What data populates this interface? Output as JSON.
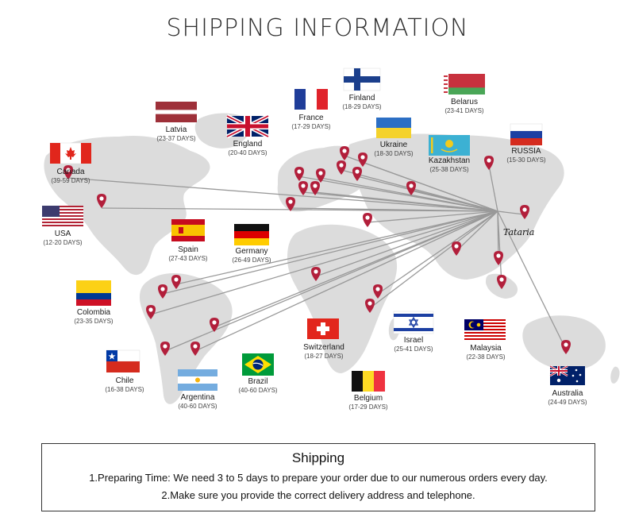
{
  "title": "SHIPPING INFORMATION",
  "brand": "Tataria",
  "colors": {
    "pin": "#b21f3b",
    "land": "#dcdcdc",
    "line": "#999999"
  },
  "countries": [
    {
      "id": "latvia",
      "name": "Latvia",
      "days": "(23-37 DAYS)"
    },
    {
      "id": "england",
      "name": "England",
      "days": "(20-40 DAYS)"
    },
    {
      "id": "france",
      "name": "France",
      "days": "(17-29 DAYS)"
    },
    {
      "id": "finland",
      "name": "Finland",
      "days": "(18-29 DAYS)"
    },
    {
      "id": "belarus",
      "name": "Belarus",
      "days": "(23-41 DAYS)"
    },
    {
      "id": "canada",
      "name": "Canada",
      "days": "(39-59 DAYS)"
    },
    {
      "id": "ukraine",
      "name": "Ukraine",
      "days": "(18-30 DAYS)"
    },
    {
      "id": "kazakhstan",
      "name": "Kazakhstan",
      "days": "(25-38 DAYS)"
    },
    {
      "id": "russia",
      "name": "RUSSIA",
      "days": "(15-30 DAYS)"
    },
    {
      "id": "usa",
      "name": "USA",
      "days": "(12-20 DAYS)"
    },
    {
      "id": "spain",
      "name": "Spain",
      "days": "(27-43 DAYS)"
    },
    {
      "id": "germany",
      "name": "Germany",
      "days": "(26-49 DAYS)"
    },
    {
      "id": "colombia",
      "name": "Colombia",
      "days": "(23-35 DAYS)"
    },
    {
      "id": "switzerland",
      "name": "Switzerland",
      "days": "(18-27 DAYS)"
    },
    {
      "id": "israel",
      "name": "Israel",
      "days": "(25-41 DAYS)"
    },
    {
      "id": "malaysia",
      "name": "Malaysia",
      "days": "(22-38 DAYS)"
    },
    {
      "id": "chile",
      "name": "Chile",
      "days": "(16-38 DAYS)"
    },
    {
      "id": "brazil",
      "name": "Brazil",
      "days": "(40-60 DAYS)"
    },
    {
      "id": "argentina",
      "name": "Argentina",
      "days": "(40-60 DAYS)"
    },
    {
      "id": "belgium",
      "name": "Belgium",
      "days": "(17-29 DAYS)"
    },
    {
      "id": "australia",
      "name": "Australia",
      "days": "(24-49 DAYS)"
    }
  ],
  "info": {
    "heading": "Shipping",
    "line1": "1.Preparing Time: We need 3 to 5 days to prepare your order due to our numerous orders every day.",
    "line2": "2.Make sure you provide the correct delivery address and telephone."
  }
}
